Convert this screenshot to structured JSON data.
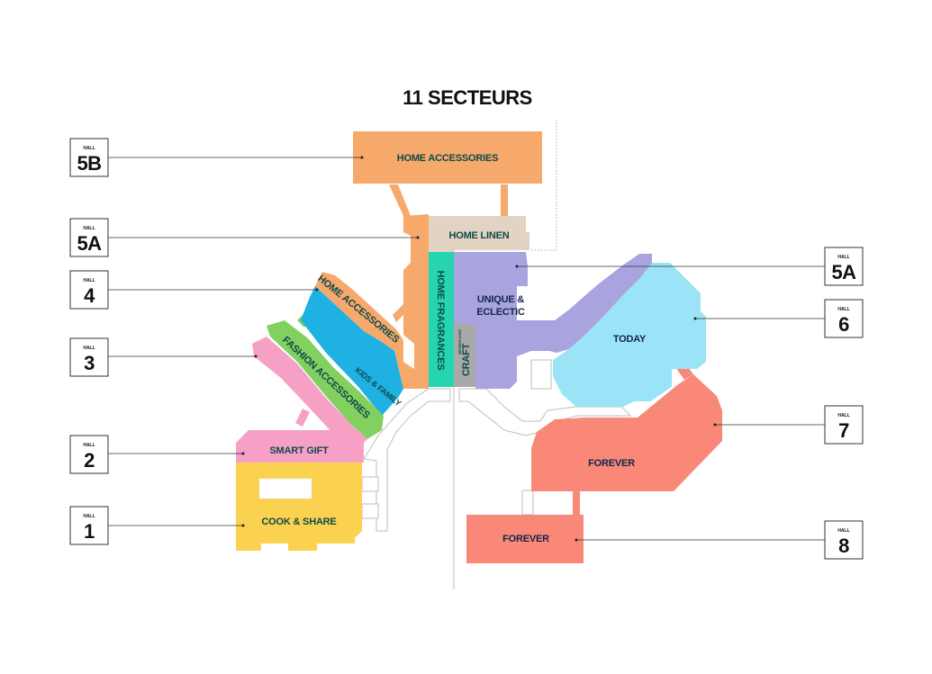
{
  "title": "11 SECTEURS",
  "hall_caption": "HALL",
  "halls": {
    "h5b": "5B",
    "h5a_left": "5A",
    "h4": "4",
    "h3": "3",
    "h2": "2",
    "h1": "1",
    "h5a_right": "5A",
    "h6": "6",
    "h7": "7",
    "h8": "8"
  },
  "zones": {
    "home_accessories_top": {
      "label": "HOME ACCESSORIES",
      "color": "#f6a96b"
    },
    "home_linen": {
      "label": "HOME LINEN",
      "color": "#e3d3c3"
    },
    "home_accessories_diag": {
      "label": "HOME ACCESSORIES",
      "color": "#f6a96b"
    },
    "kids_family": {
      "label": "KIDS & FAMILY",
      "color": "#20b1e3"
    },
    "fashion_accessories": {
      "label": "FASHION ACCESSORIES",
      "color": "#82d160"
    },
    "smart_gift": {
      "label": "SMART GIFT",
      "color": "#f6a0c6"
    },
    "cook_share": {
      "label": "COOK & SHARE",
      "color": "#fbd24f"
    },
    "home_fragrances": {
      "label": "HOME FRAGRANCES",
      "color": "#25d5b1"
    },
    "craft": {
      "label": "CRAFT",
      "sublabel": "METIERS D'ART",
      "color": "#a9a9a9"
    },
    "unique_eclectic": {
      "label_line1": "UNIQUE &",
      "label_line2": "ECLECTIC",
      "color": "#a9a4e0"
    },
    "today": {
      "label": "TODAY",
      "color": "#9be3f7"
    },
    "forever_main": {
      "label": "FOREVER",
      "color": "#f98879"
    },
    "forever_small": {
      "label": "FOREVER",
      "color": "#f98879"
    }
  }
}
